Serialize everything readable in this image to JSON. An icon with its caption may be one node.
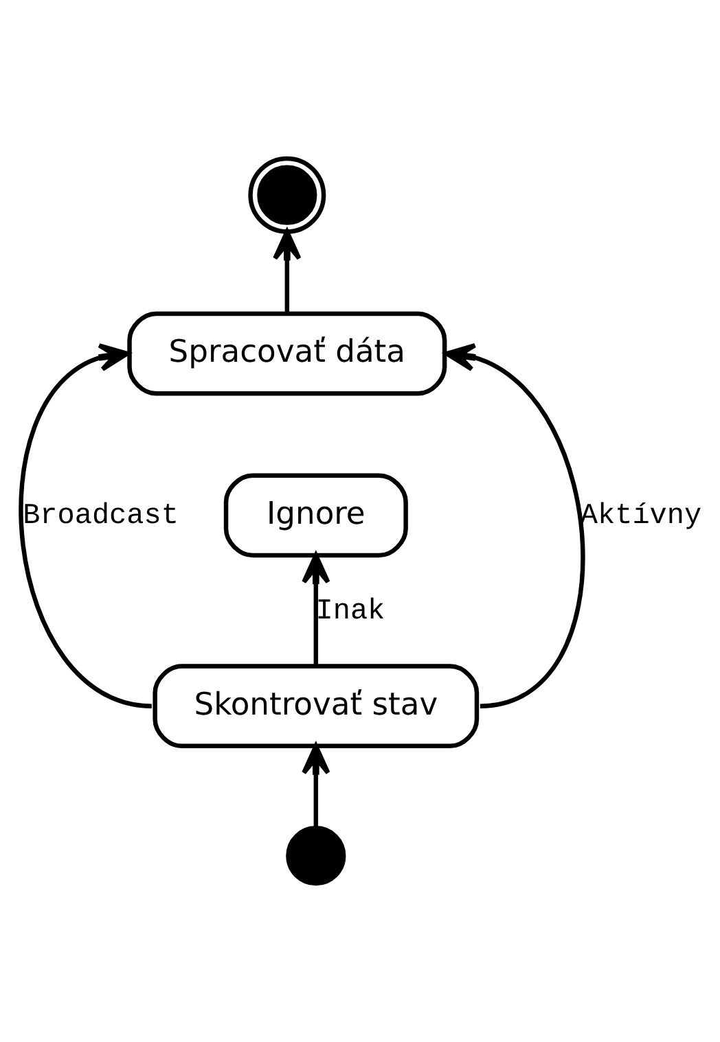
{
  "diagram": {
    "nodes": [
      {
        "text": [],
        "shape": "bullseye"
      },
      {
        "text": [
          "Spracovať dáta"
        ]
      },
      {
        "text": [
          "Ignore"
        ]
      },
      {
        "text": [
          "Skontrovať stav"
        ]
      },
      {
        "text": [],
        "shape": "circle"
      }
    ],
    "edges": [
      {
        "from": 4,
        "to": 3,
        "arrow": "to"
      },
      {
        "from": 3,
        "to": 2,
        "arrow": "to",
        "label": "Inak"
      },
      {
        "from": 3,
        "to": 1,
        "arrow": "to",
        "label": "Broadcast"
      },
      {
        "from": 3,
        "to": 1,
        "arrow": "to",
        "label": "Aktívny"
      },
      {
        "from": 1,
        "to": 0,
        "arrow": "to"
      }
    ]
  }
}
